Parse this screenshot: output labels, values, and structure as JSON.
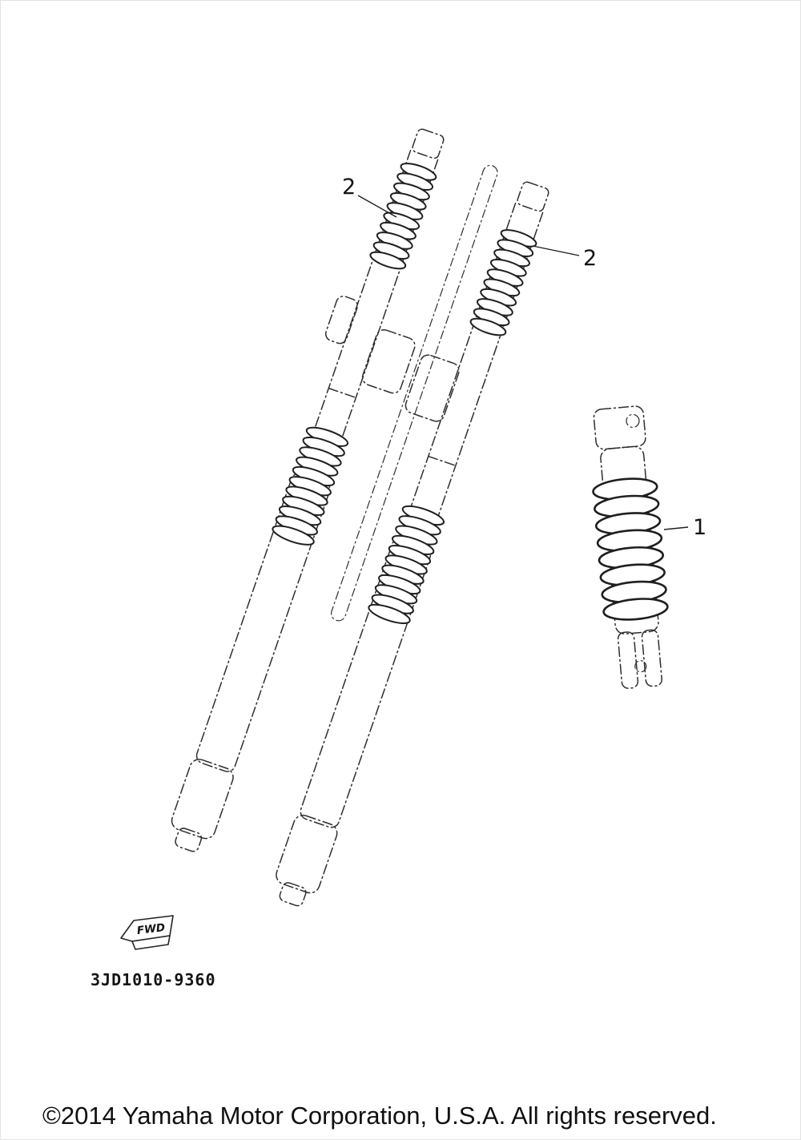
{
  "diagram": {
    "callouts": [
      {
        "id": "2-left",
        "label": "2"
      },
      {
        "id": "2-right",
        "label": "2"
      },
      {
        "id": "1-shock",
        "label": "1"
      }
    ],
    "fwd_label": "FWD",
    "part_number": "3JD1010-9360"
  },
  "footer": {
    "copyright": "©2014 Yamaha Motor Corporation, U.S.A. All rights reserved."
  }
}
